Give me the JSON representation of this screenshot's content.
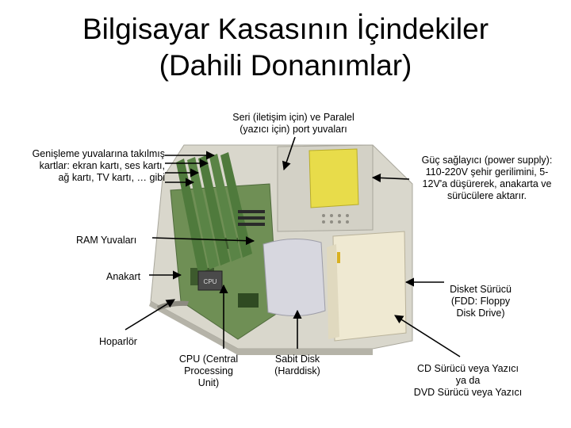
{
  "title_line1": "Bilgisayar Kasasının İçindekiler",
  "title_line2": "(Dahili Donanımlar)",
  "labels": {
    "ports": "Seri (iletişim için) ve Paralel\n(yazıcı için) port yuvaları",
    "expansion": "Genişleme yuvalarına takılmış\nkartlar: ekran kartı, ses kartı,\nağ kartı, TV kartı, … gibi",
    "psu": "Güç sağlayıcı (power supply):\n110-220V şehir gerilimini, 5-\n12V'a düşürerek, anakarta ve\nsürücülere aktarır.",
    "ram": "RAM Yuvaları",
    "motherboard": "Anakart",
    "fdd": "Disket Sürücü\n(FDD: Floppy\nDisk Drive)",
    "speaker": "Hoparlör",
    "cpu": "CPU (Central\nProcessing\nUnit)",
    "hdd": "Sabit Disk\n(Harddisk)",
    "cdrom": "CD Sürücü veya Yazıcı\nya da\nDVD Sürücü veya Yazıcı"
  },
  "colors": {
    "case_metal": "#d9d7cc",
    "case_shadow": "#b5b3a8",
    "board_green": "#6f8f55",
    "card_green": "#4f7a3c",
    "psu_yellow": "#e8dc4a",
    "drive_beige": "#efe9d2",
    "hdd_gray": "#d7d7df",
    "arrow": "#000000"
  },
  "icons": [
    "psu-label-icon",
    "cpu-chip-icon",
    "speaker-icon"
  ]
}
